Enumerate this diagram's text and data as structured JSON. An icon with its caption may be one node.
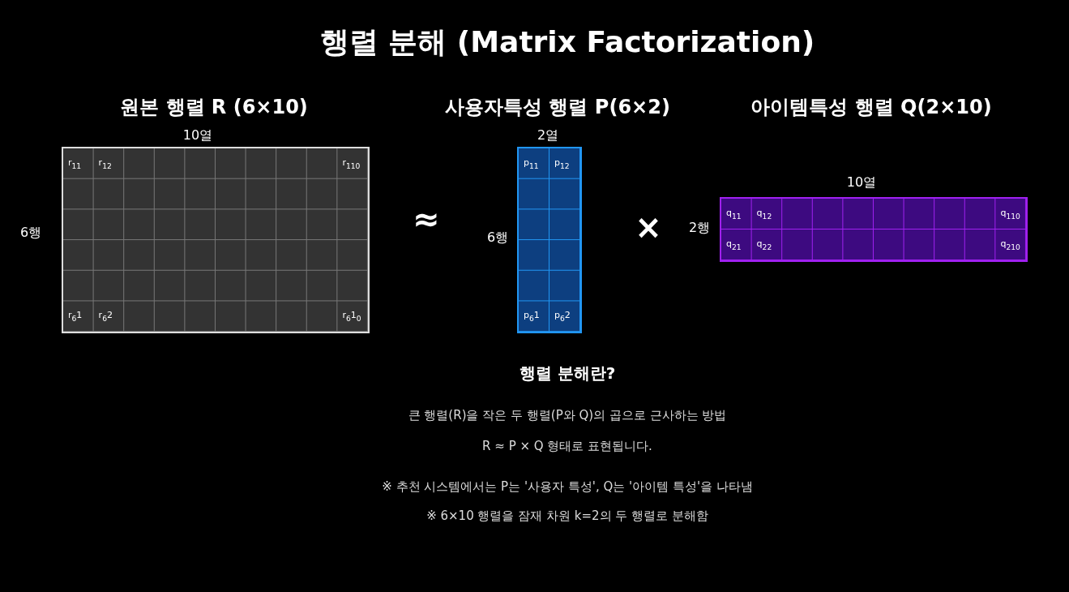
{
  "diagram": {
    "title": "행렬 분해 (Matrix Factorization)",
    "nodes": [
      {
        "text": [
          "원본 행렬 R (6×10)"
        ],
        "beside": [
          "10열",
          "6행"
        ]
      },
      {
        "text": [
          "사용자특성 행렬 P(6×2)"
        ],
        "beside": [
          "2열",
          "6행"
        ]
      },
      {
        "text": [
          "아이템특성 행렬 Q(2×10)"
        ],
        "beside": [
          "10열",
          "2행"
        ]
      }
    ],
    "labels": [
      "r$_{11}$",
      "r$_{12}$",
      "r$_{11}$$_{0}$",
      "r$_{6}$1",
      "r$_{6}$2",
      "r$_{6}$1$_{0}$",
      "≈",
      "p$_{11}$",
      "p$_{12}$",
      "p$_{6}$1",
      "p$_{6}$2",
      "×",
      "q$_{11}$",
      "q$_{12}$",
      "q$_{11}$$_{0}$",
      "q$_{21}$",
      "q$_{22}$",
      "q$_{21}$$_{0}$",
      "행렬 분해란?",
      "큰 행렬(R)을 작은 두 행렬(P와 Q)의 곱으로 근사하는 방법",
      "R ≈ P × Q 형태로 표현됩니다.",
      "※ 추천 시스템에서는 P는 '사용자 특성', Q는 '아이템 특성'을 나타냄",
      "※ 6×10 행렬을 잠재 차원 k=2의 두 행렬로 분해함"
    ]
  }
}
